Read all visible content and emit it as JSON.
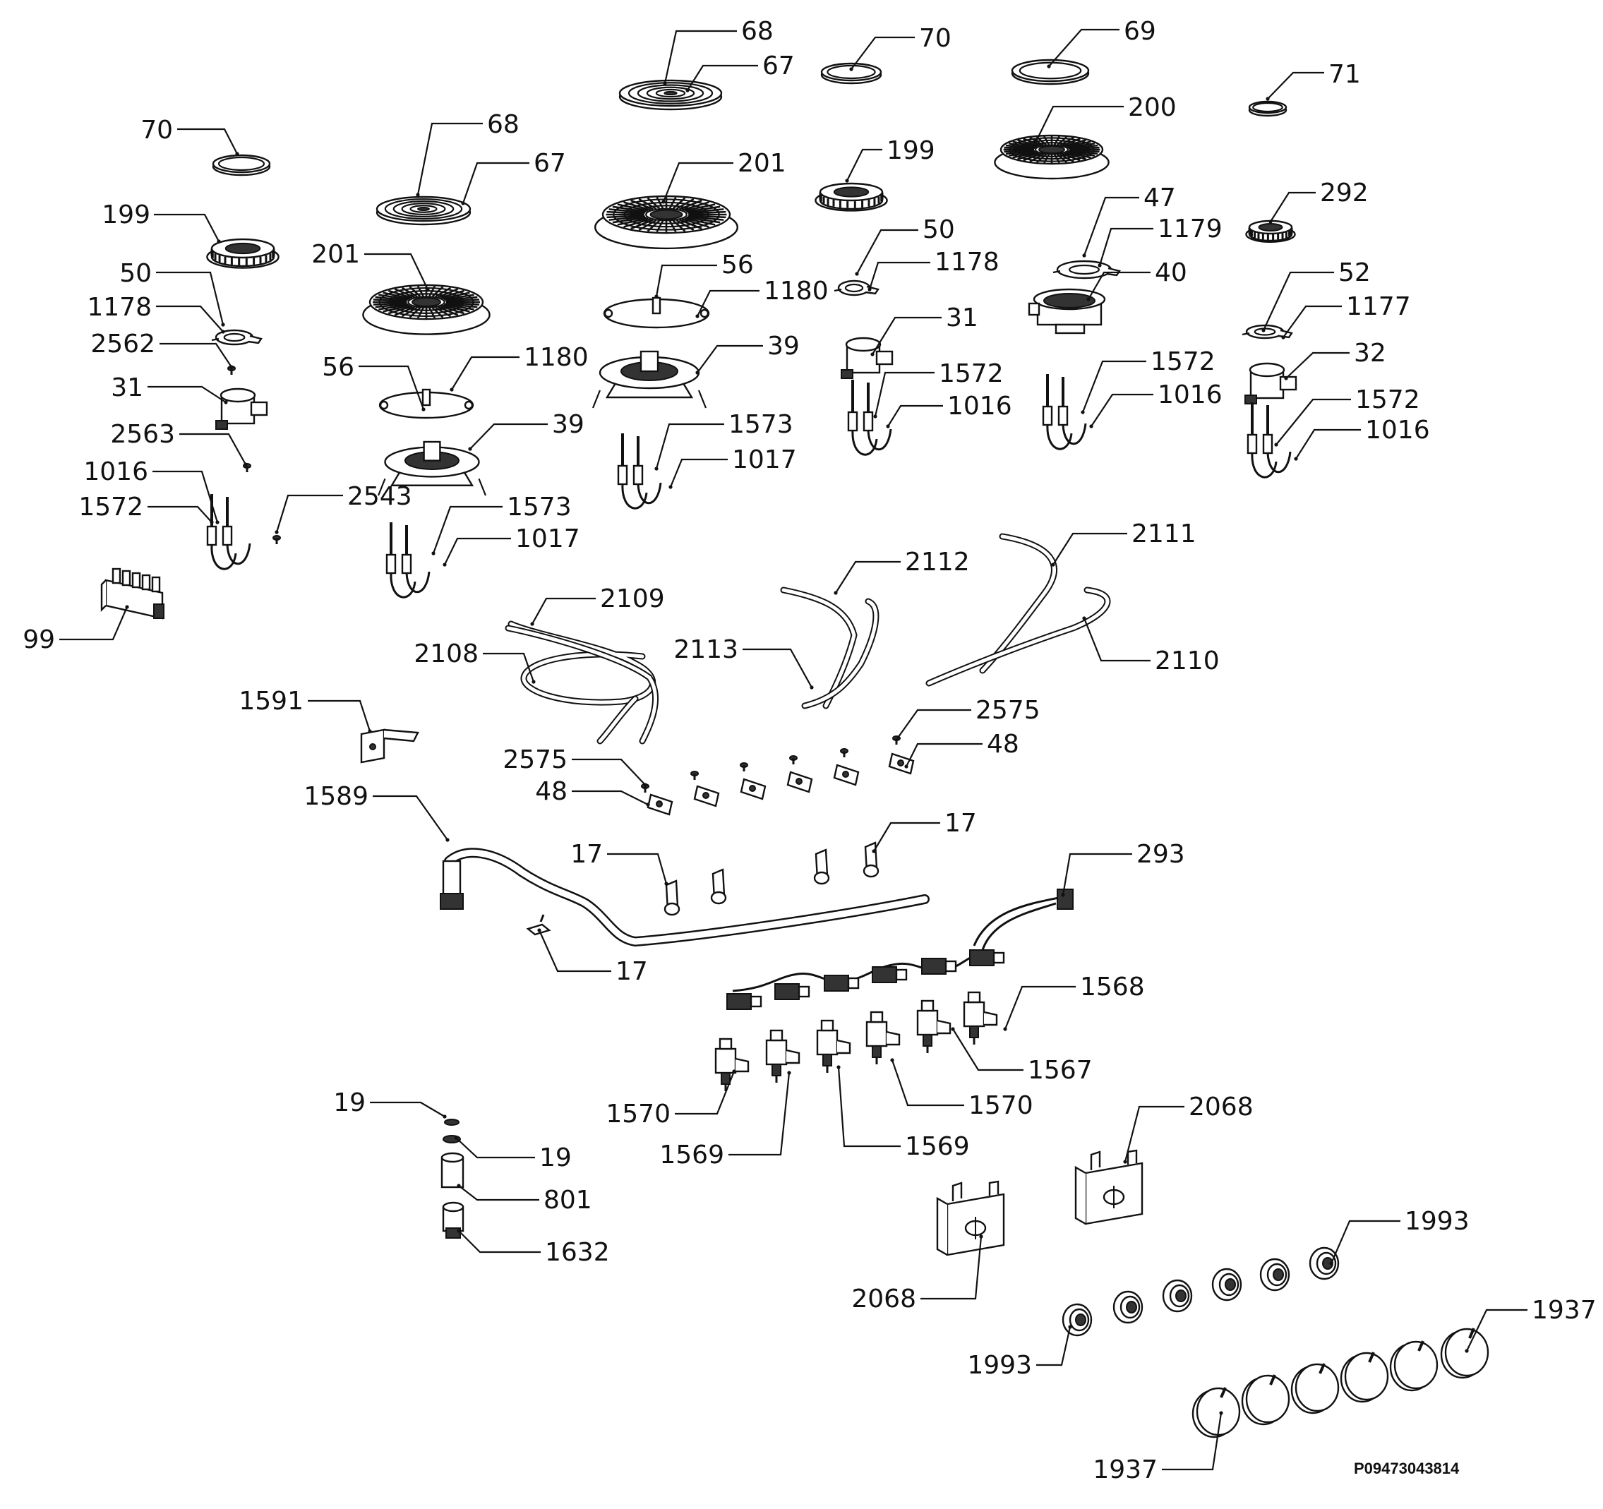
{
  "diagram_code": "P09473043814",
  "labels": [
    {
      "id": "l68a",
      "text": "68"
    },
    {
      "id": "l67a",
      "text": "67"
    },
    {
      "id": "l70a",
      "text": "70"
    },
    {
      "id": "l69",
      "text": "69"
    },
    {
      "id": "l71",
      "text": "71"
    },
    {
      "id": "l70b",
      "text": "70"
    },
    {
      "id": "l68b",
      "text": "68"
    },
    {
      "id": "l67b",
      "text": "67"
    },
    {
      "id": "l201a",
      "text": "201"
    },
    {
      "id": "l199a",
      "text": "199"
    },
    {
      "id": "l200",
      "text": "200"
    },
    {
      "id": "l199b",
      "text": "199"
    },
    {
      "id": "l201b",
      "text": "201"
    },
    {
      "id": "l50a",
      "text": "50"
    },
    {
      "id": "l47",
      "text": "47"
    },
    {
      "id": "l1179",
      "text": "1179"
    },
    {
      "id": "l292",
      "text": "292"
    },
    {
      "id": "l56a",
      "text": "56"
    },
    {
      "id": "l1178a",
      "text": "1178"
    },
    {
      "id": "l40",
      "text": "40"
    },
    {
      "id": "l50b",
      "text": "50"
    },
    {
      "id": "l1180a",
      "text": "1180"
    },
    {
      "id": "l52",
      "text": "52"
    },
    {
      "id": "l1178b",
      "text": "1178"
    },
    {
      "id": "l1177",
      "text": "1177"
    },
    {
      "id": "l31a",
      "text": "31"
    },
    {
      "id": "l2562",
      "text": "2562"
    },
    {
      "id": "l39a",
      "text": "39"
    },
    {
      "id": "l56b",
      "text": "56"
    },
    {
      "id": "l1180b",
      "text": "1180"
    },
    {
      "id": "l1572a",
      "text": "1572"
    },
    {
      "id": "l1572b",
      "text": "1572"
    },
    {
      "id": "l32",
      "text": "32"
    },
    {
      "id": "l31b",
      "text": "31"
    },
    {
      "id": "l1016a",
      "text": "1016"
    },
    {
      "id": "l1016b",
      "text": "1016"
    },
    {
      "id": "l1572c",
      "text": "1572"
    },
    {
      "id": "l1573a",
      "text": "1573"
    },
    {
      "id": "l39b",
      "text": "39"
    },
    {
      "id": "l1016c",
      "text": "1016"
    },
    {
      "id": "l2563",
      "text": "2563"
    },
    {
      "id": "l1017a",
      "text": "1017"
    },
    {
      "id": "l1016d",
      "text": "1016"
    },
    {
      "id": "l2543",
      "text": "2543"
    },
    {
      "id": "l1573b",
      "text": "1573"
    },
    {
      "id": "l1572d",
      "text": "1572"
    },
    {
      "id": "l1017b",
      "text": "1017"
    },
    {
      "id": "l2111",
      "text": "2111"
    },
    {
      "id": "l2112",
      "text": "2112"
    },
    {
      "id": "l2109",
      "text": "2109"
    },
    {
      "id": "l99",
      "text": "99"
    },
    {
      "id": "l2113",
      "text": "2113"
    },
    {
      "id": "l2108",
      "text": "2108"
    },
    {
      "id": "l2110",
      "text": "2110"
    },
    {
      "id": "l1591",
      "text": "1591"
    },
    {
      "id": "l2575a",
      "text": "2575"
    },
    {
      "id": "l48a",
      "text": "48"
    },
    {
      "id": "l2575b",
      "text": "2575"
    },
    {
      "id": "l48b",
      "text": "48"
    },
    {
      "id": "l1589",
      "text": "1589"
    },
    {
      "id": "l17a",
      "text": "17"
    },
    {
      "id": "l17b",
      "text": "17"
    },
    {
      "id": "l293",
      "text": "293"
    },
    {
      "id": "l17c",
      "text": "17"
    },
    {
      "id": "l1568",
      "text": "1568"
    },
    {
      "id": "l1567",
      "text": "1567"
    },
    {
      "id": "l19a",
      "text": "19"
    },
    {
      "id": "l1570a",
      "text": "1570"
    },
    {
      "id": "l1570b",
      "text": "1570"
    },
    {
      "id": "l2068a",
      "text": "2068"
    },
    {
      "id": "l19b",
      "text": "19"
    },
    {
      "id": "l1569a",
      "text": "1569"
    },
    {
      "id": "l1569b",
      "text": "1569"
    },
    {
      "id": "l801",
      "text": "801"
    },
    {
      "id": "l1632",
      "text": "1632"
    },
    {
      "id": "l1993a",
      "text": "1993"
    },
    {
      "id": "l2068b",
      "text": "2068"
    },
    {
      "id": "l1937a",
      "text": "1937"
    },
    {
      "id": "l1993b",
      "text": "1993"
    },
    {
      "id": "l1937b",
      "text": "1937"
    }
  ]
}
